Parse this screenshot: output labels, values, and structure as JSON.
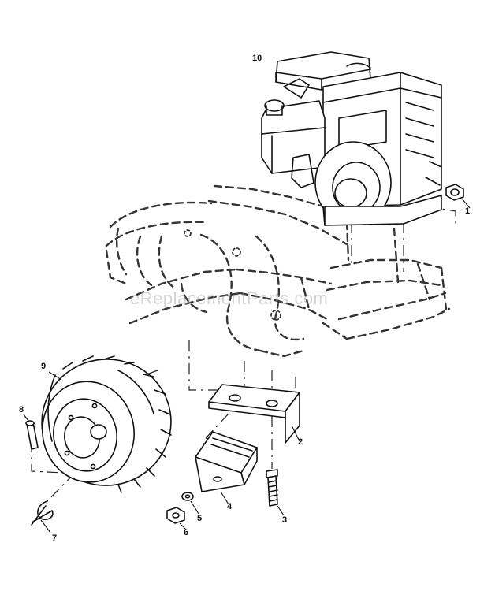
{
  "header": {
    "left_text": "",
    "right_text": ""
  },
  "watermark": "eReplacementParts.com",
  "callouts": [
    "10",
    "1",
    "9",
    "8",
    "2",
    "3",
    "4",
    "5",
    "6",
    "7"
  ],
  "colors": {
    "ink": "#111111",
    "watermark": "#a0a0a0",
    "background": "#ffffff"
  }
}
